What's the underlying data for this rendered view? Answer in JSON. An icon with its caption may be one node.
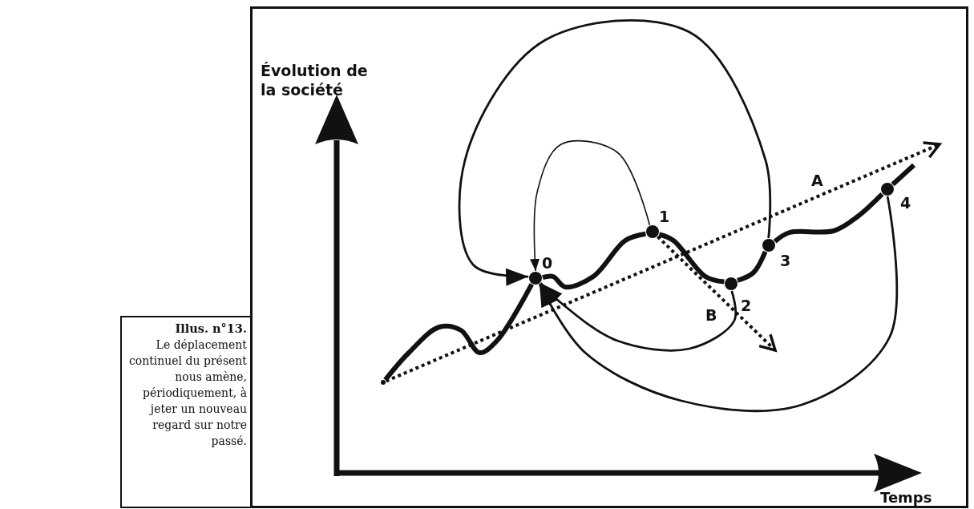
{
  "diagram": {
    "title": "Illus. n°13.",
    "caption": "Le déplacement continuel du présent nous amène, périodiquement, à jeter un nouveau regard sur notre passé.",
    "nodes": [
      {
        "text": [],
        "shape": "circle",
        "beside": [
          "0"
        ]
      },
      {
        "text": [],
        "shape": "circle",
        "beside": [
          "1"
        ]
      },
      {
        "text": [],
        "shape": "circle",
        "beside": [
          "2"
        ]
      },
      {
        "text": [],
        "shape": "circle",
        "beside": [
          "3"
        ]
      },
      {
        "text": [],
        "shape": "circle",
        "beside": [
          "4"
        ]
      },
      {
        "text": [],
        "shape": "point"
      }
    ],
    "edges": [
      {
        "from": 5,
        "to": 0,
        "arrow": "none"
      },
      {
        "from": 0,
        "to": 1,
        "arrow": "none"
      },
      {
        "from": 1,
        "to": 2,
        "arrow": "none"
      },
      {
        "from": 2,
        "to": 3,
        "arrow": "none"
      },
      {
        "from": 3,
        "to": 4,
        "arrow": "none"
      },
      {
        "from": 4,
        "to": null,
        "arrow": "none"
      },
      {
        "from": 5,
        "to": null,
        "arrow": "to",
        "style": "dashed",
        "label": "A"
      },
      {
        "from": 1,
        "to": null,
        "arrow": "to",
        "style": "dashed",
        "label": "B"
      },
      {
        "from": 1,
        "to": 0,
        "arrow": "to"
      },
      {
        "from": 2,
        "to": 0,
        "arrow": "to"
      },
      {
        "from": 3,
        "to": 0,
        "arrow": "to"
      },
      {
        "from": 4,
        "to": 0,
        "arrow": "to"
      }
    ],
    "labels": [
      "Évolution de la société",
      "Temps"
    ]
  }
}
